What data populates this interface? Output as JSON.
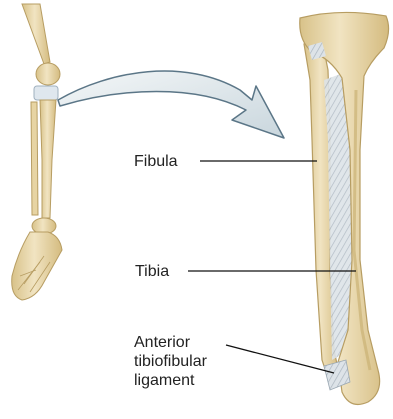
{
  "labels": {
    "fibula": "Fibula",
    "tibia": "Tibia",
    "ligament": [
      "Anterior",
      "tibiofibular",
      "ligament"
    ]
  },
  "colors": {
    "bone": "#ead9ae",
    "bone_shade": "#d6bf86",
    "bone_outline": "#b79d62",
    "ligament": "#c9d3dc",
    "arrow_fill": "#e6ecef",
    "arrow_outline": "#5b7687",
    "leader": "#111111"
  },
  "icons": [
    "leg-skeleton-thumbnail",
    "tibia-fibula-detail",
    "zoom-arrow"
  ]
}
